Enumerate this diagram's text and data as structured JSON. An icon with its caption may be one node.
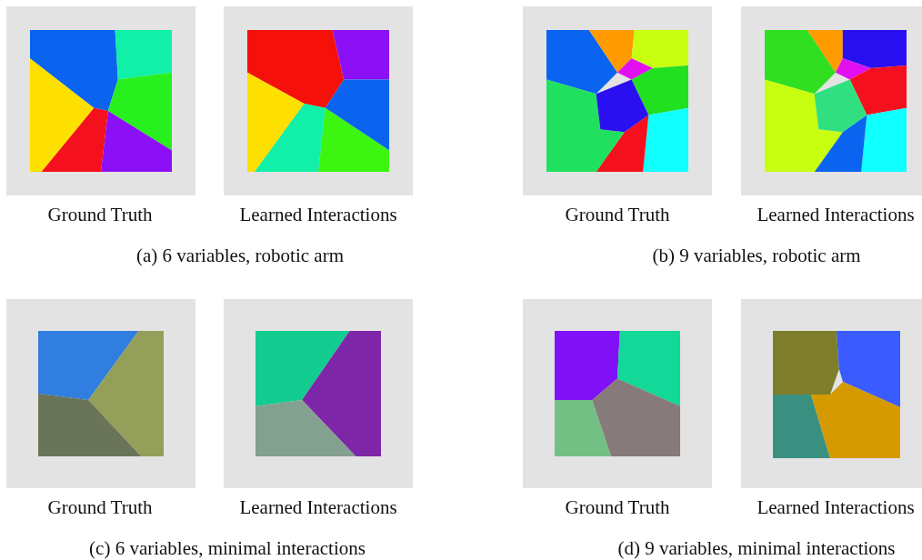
{
  "diagram": {
    "labels": [
      "Ground Truth",
      "Learned Interactions",
      "Ground Truth",
      "Learned Interactions",
      "(a) 6 variables, robotic arm",
      "(b) 9 variables, robotic arm",
      "Ground Truth",
      "Learned Interactions",
      "Ground Truth",
      "Learned Interactions",
      "(c) 6 variables, minimal interactions",
      "(d) 9 variables, minimal interactions"
    ]
  }
}
